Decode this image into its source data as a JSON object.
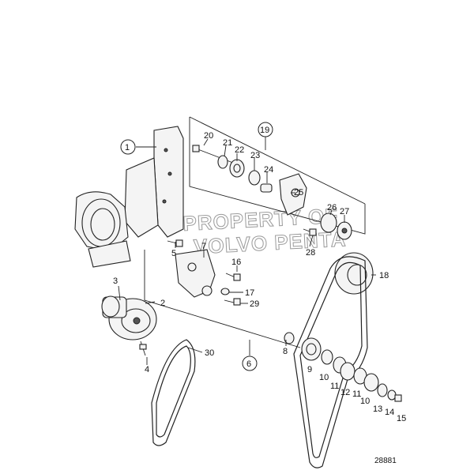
{
  "diagram": {
    "reference_number": "28881",
    "watermark": [
      "PROPERTY OF",
      "VOLVO PENTA"
    ],
    "callouts": [
      {
        "id": "1",
        "label": "1",
        "circled": true
      },
      {
        "id": "2",
        "label": "2",
        "circled": false
      },
      {
        "id": "3",
        "label": "3",
        "circled": false
      },
      {
        "id": "4",
        "label": "4",
        "circled": false
      },
      {
        "id": "5",
        "label": "5",
        "circled": false
      },
      {
        "id": "6",
        "label": "6",
        "circled": true
      },
      {
        "id": "7",
        "label": "7",
        "circled": false
      },
      {
        "id": "8",
        "label": "8",
        "circled": false
      },
      {
        "id": "9",
        "label": "9",
        "circled": false
      },
      {
        "id": "10a",
        "label": "10",
        "circled": false
      },
      {
        "id": "11a",
        "label": "11",
        "circled": false
      },
      {
        "id": "12",
        "label": "12",
        "circled": false
      },
      {
        "id": "11b",
        "label": "11",
        "circled": false
      },
      {
        "id": "10b",
        "label": "10",
        "circled": false
      },
      {
        "id": "13",
        "label": "13",
        "circled": false
      },
      {
        "id": "14",
        "label": "14",
        "circled": false
      },
      {
        "id": "15",
        "label": "15",
        "circled": false
      },
      {
        "id": "16",
        "label": "16",
        "circled": false
      },
      {
        "id": "17",
        "label": "17",
        "circled": false
      },
      {
        "id": "18",
        "label": "18",
        "circled": false
      },
      {
        "id": "19",
        "label": "19",
        "circled": true
      },
      {
        "id": "20",
        "label": "20",
        "circled": false
      },
      {
        "id": "21",
        "label": "21",
        "circled": false
      },
      {
        "id": "22",
        "label": "22",
        "circled": false
      },
      {
        "id": "23",
        "label": "23",
        "circled": false
      },
      {
        "id": "24",
        "label": "24",
        "circled": false
      },
      {
        "id": "25",
        "label": "25",
        "circled": false
      },
      {
        "id": "26",
        "label": "26",
        "circled": false
      },
      {
        "id": "27",
        "label": "27",
        "circled": false
      },
      {
        "id": "28",
        "label": "28",
        "circled": false
      },
      {
        "id": "29",
        "label": "29",
        "circled": false
      },
      {
        "id": "30",
        "label": "30",
        "circled": false
      }
    ]
  }
}
